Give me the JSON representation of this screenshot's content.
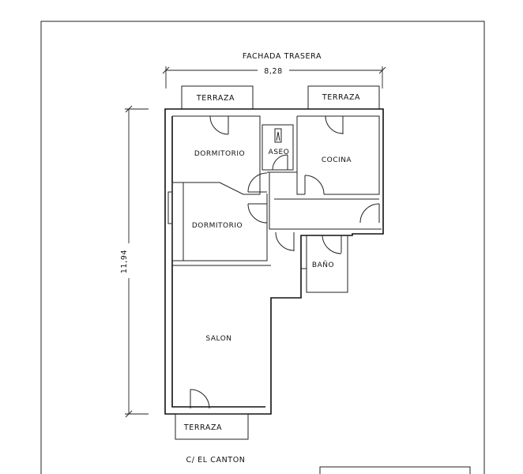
{
  "plan": {
    "rear_facade_label": "FACHADA TRASERA",
    "width_dimension": "8,28",
    "height_dimension": "11,94",
    "street_label": "C/  EL CANTON",
    "terraces": {
      "left_top": "TERRAZA",
      "right_top": "TERRAZA",
      "bottom": "TERRAZA"
    },
    "rooms": {
      "bedroom_top": "DORMITORIO",
      "toilet": "ASEO",
      "kitchen": "COCINA",
      "bedroom_mid": "DORMITORIO",
      "bathroom": "BAÑO",
      "living": "SALON"
    }
  }
}
